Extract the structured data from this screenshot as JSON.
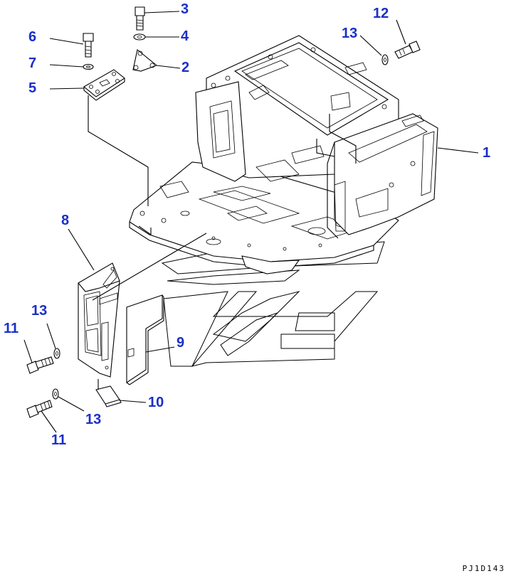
{
  "callouts": [
    {
      "id": "c3",
      "text": "3"
    },
    {
      "id": "c12",
      "text": "12"
    },
    {
      "id": "c6",
      "text": "6"
    },
    {
      "id": "c4",
      "text": "4"
    },
    {
      "id": "c13a",
      "text": "13"
    },
    {
      "id": "c7",
      "text": "7"
    },
    {
      "id": "c2",
      "text": "2"
    },
    {
      "id": "c5",
      "text": "5"
    },
    {
      "id": "c1",
      "text": "1"
    },
    {
      "id": "c8",
      "text": "8"
    },
    {
      "id": "c13b",
      "text": "13"
    },
    {
      "id": "c11a",
      "text": "11"
    },
    {
      "id": "c9",
      "text": "9"
    },
    {
      "id": "c10",
      "text": "10"
    },
    {
      "id": "c13c",
      "text": "13"
    },
    {
      "id": "c11b",
      "text": "11"
    }
  ],
  "drawing_code": "PJ1D143",
  "colors": {
    "callout": "#1a2fc8",
    "line": "#000000",
    "background": "#ffffff"
  }
}
